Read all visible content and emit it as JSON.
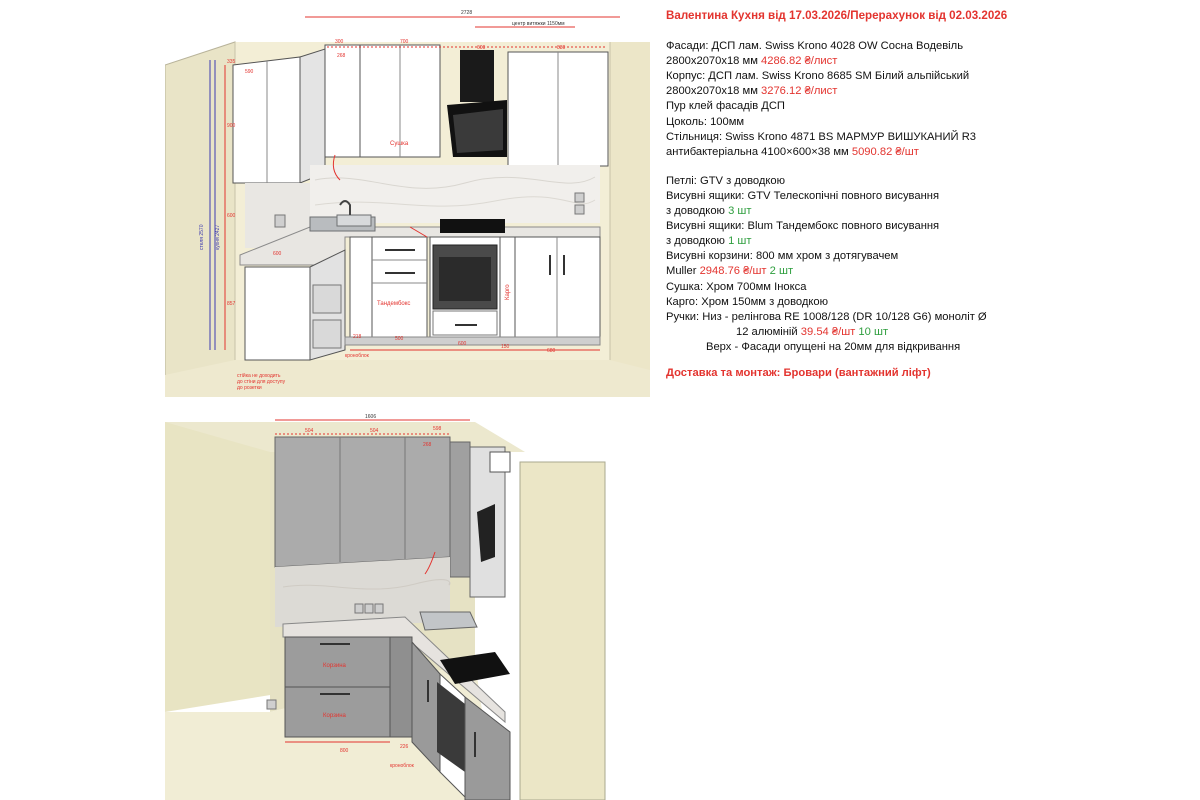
{
  "spec": {
    "title": "Валентина Кухня від 17.03.2026/Перерахунок від 02.03.2026",
    "lines": [
      {
        "parts": [
          {
            "t": "Фасади: ДСП лам. Swiss Krono 4028 OW Сосна Водевіль"
          }
        ]
      },
      {
        "parts": [
          {
            "t": "2800х2070х18 мм "
          },
          {
            "t": "4286.82 ₴/лист",
            "c": "red"
          }
        ]
      },
      {
        "parts": [
          {
            "t": "Корпус: ДСП лам. Swiss Krono 8685 SM Білий альпійський"
          }
        ]
      },
      {
        "parts": [
          {
            "t": "2800х2070х18 мм "
          },
          {
            "t": "3276.12 ₴/лист",
            "c": "red"
          }
        ]
      },
      {
        "parts": [
          {
            "t": "Пур клей фасадів ДСП"
          }
        ]
      },
      {
        "parts": [
          {
            "t": "Цоколь: 100мм"
          }
        ]
      },
      {
        "parts": [
          {
            "t": "Стільниця: Swiss Krono 4871 BS МАРМУР ВИШУКАНИЙ R3"
          }
        ]
      },
      {
        "parts": [
          {
            "t": "антибактеріальна 4100×600×38 мм "
          },
          {
            "t": "5090.82 ₴/шт",
            "c": "red"
          }
        ]
      },
      {
        "gap": true
      },
      {
        "parts": [
          {
            "t": "Петлі: GTV з доводкою"
          }
        ]
      },
      {
        "parts": [
          {
            "t": "Висувні ящики: GTV Телескопічні повного висування"
          }
        ]
      },
      {
        "parts": [
          {
            "t": "з доводкою "
          },
          {
            "t": "3 шт",
            "c": "green"
          }
        ]
      },
      {
        "parts": [
          {
            "t": "Висувні ящики: Blum Тандембокс повного висування"
          }
        ]
      },
      {
        "parts": [
          {
            "t": "з доводкою "
          },
          {
            "t": "1 шт",
            "c": "green"
          }
        ]
      },
      {
        "parts": [
          {
            "t": "Висувні корзини: 800 мм хром з дотягувачем"
          }
        ]
      },
      {
        "parts": [
          {
            "t": "Muller "
          },
          {
            "t": "2948.76 ₴/шт",
            "c": "red"
          },
          {
            "t": " "
          },
          {
            "t": "2 шт",
            "c": "green"
          }
        ]
      },
      {
        "parts": [
          {
            "t": "Сушка: Хром 700мм Інокса"
          }
        ]
      },
      {
        "parts": [
          {
            "t": "Карго: Хром 150мм з доводкою"
          }
        ]
      },
      {
        "parts": [
          {
            "t": "Ручки: Низ - релінгова RE 1008/128 (DR 10/128 G6) моноліт Ø"
          }
        ]
      },
      {
        "indent": 1,
        "parts": [
          {
            "t": "12 алюміній "
          },
          {
            "t": "39.54 ₴/шт",
            "c": "red"
          },
          {
            "t": " "
          },
          {
            "t": "10 шт",
            "c": "green"
          }
        ]
      },
      {
        "indent": 2,
        "parts": [
          {
            "t": "Верх - Фасади опущені на 20мм для відкривання"
          }
        ]
      }
    ],
    "delivery": "Доставка та монтаж: Бровари (вантажний ліфт)"
  },
  "top_render": {
    "dims": {
      "overall": "2728",
      "hood_center": "центр витяжки 1150мм",
      "w_300": "300",
      "w_700": "700",
      "w_600": "600",
      "w_830": "830",
      "w_268": "268",
      "w_590": "590",
      "h_335": "335",
      "h_900": "900",
      "h_2570": "стеля 2570",
      "h_2427": "кухня 2427",
      "h_600": "600",
      "h_857": "857",
      "w_218": "218",
      "b_500": "500",
      "b_600": "600",
      "b_150": "150",
      "b_680": "680",
      "c_600": "600"
    },
    "labels": {
      "dryer": "Сушка",
      "tandembox": "Тандембокс",
      "cargo": "Карго",
      "corner": "кроноблок",
      "note1": "стійка не доходить",
      "note2": "до стіни для доступу",
      "note3": "до розетки"
    }
  },
  "bottom_render": {
    "dims": {
      "overall": "1606",
      "w_504a": "504",
      "w_504b": "504",
      "w_598": "598",
      "w_268": "268",
      "b_800": "800",
      "b_226": "226"
    },
    "labels": {
      "basket1": "Корзина",
      "basket2": "Корзина",
      "corner": "кроноблок"
    }
  }
}
